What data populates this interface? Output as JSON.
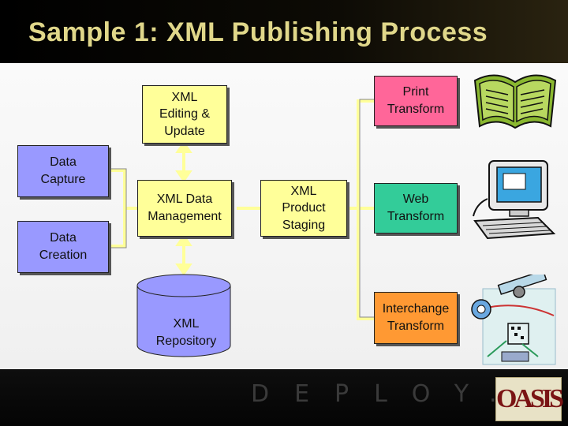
{
  "slide": {
    "title": "Sample 1: XML Publishing Process",
    "footer_word": "DEPLOY.",
    "logo_text": "OASIS"
  },
  "nodes": {
    "data_capture": "Data\nCapture",
    "data_creation": "Data\nCreation",
    "xml_editing": "XML\nEditing &\nUpdate",
    "xml_data_management": "XML Data\nManagement",
    "xml_repository": "XML\nRepository",
    "xml_product_staging": "XML\nProduct\nStaging",
    "print_transform": "Print\nTransform",
    "web_transform": "Web\nTransform",
    "interchange_transform": "Interchange\nTransform"
  },
  "clipart": {
    "book": "book-icon",
    "computer": "computer-icon",
    "satellite": "satellite-icon"
  },
  "colors": {
    "title": "#e0d78a",
    "node_yellow": "#ffff99",
    "node_purple": "#9999ff",
    "node_pink": "#ff6699",
    "node_green": "#33cc99",
    "node_orange": "#ff9933"
  }
}
